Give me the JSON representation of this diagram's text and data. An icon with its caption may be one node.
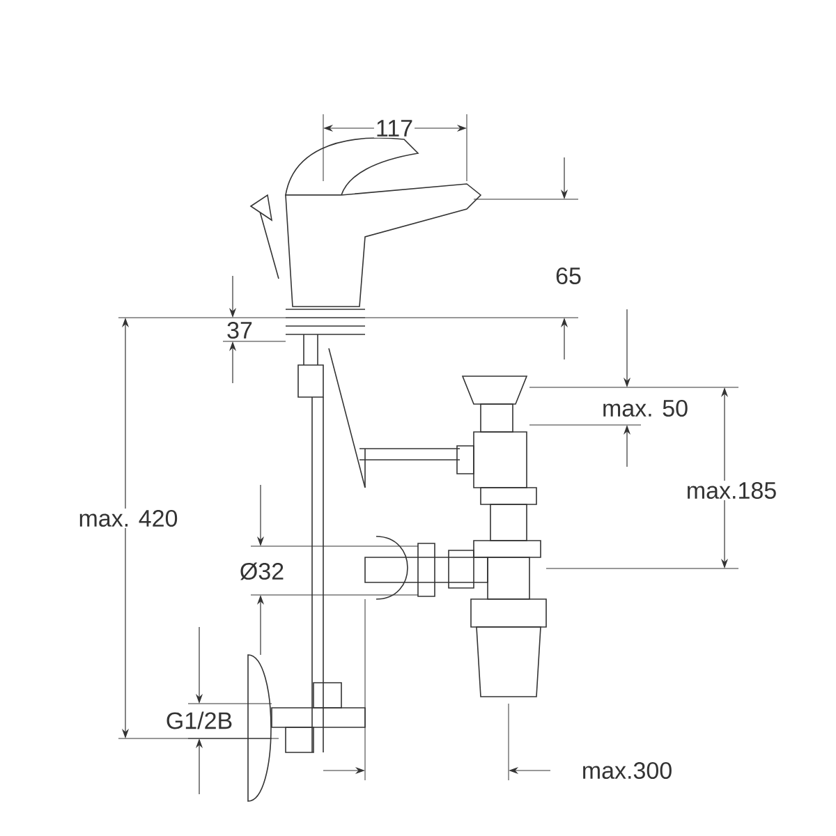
{
  "diagram": {
    "labels": [
      "117",
      "65",
      "37",
      "max. 50",
      "max.185",
      "max. 420",
      "Ø32",
      "G1/2B",
      "max.300"
    ]
  }
}
